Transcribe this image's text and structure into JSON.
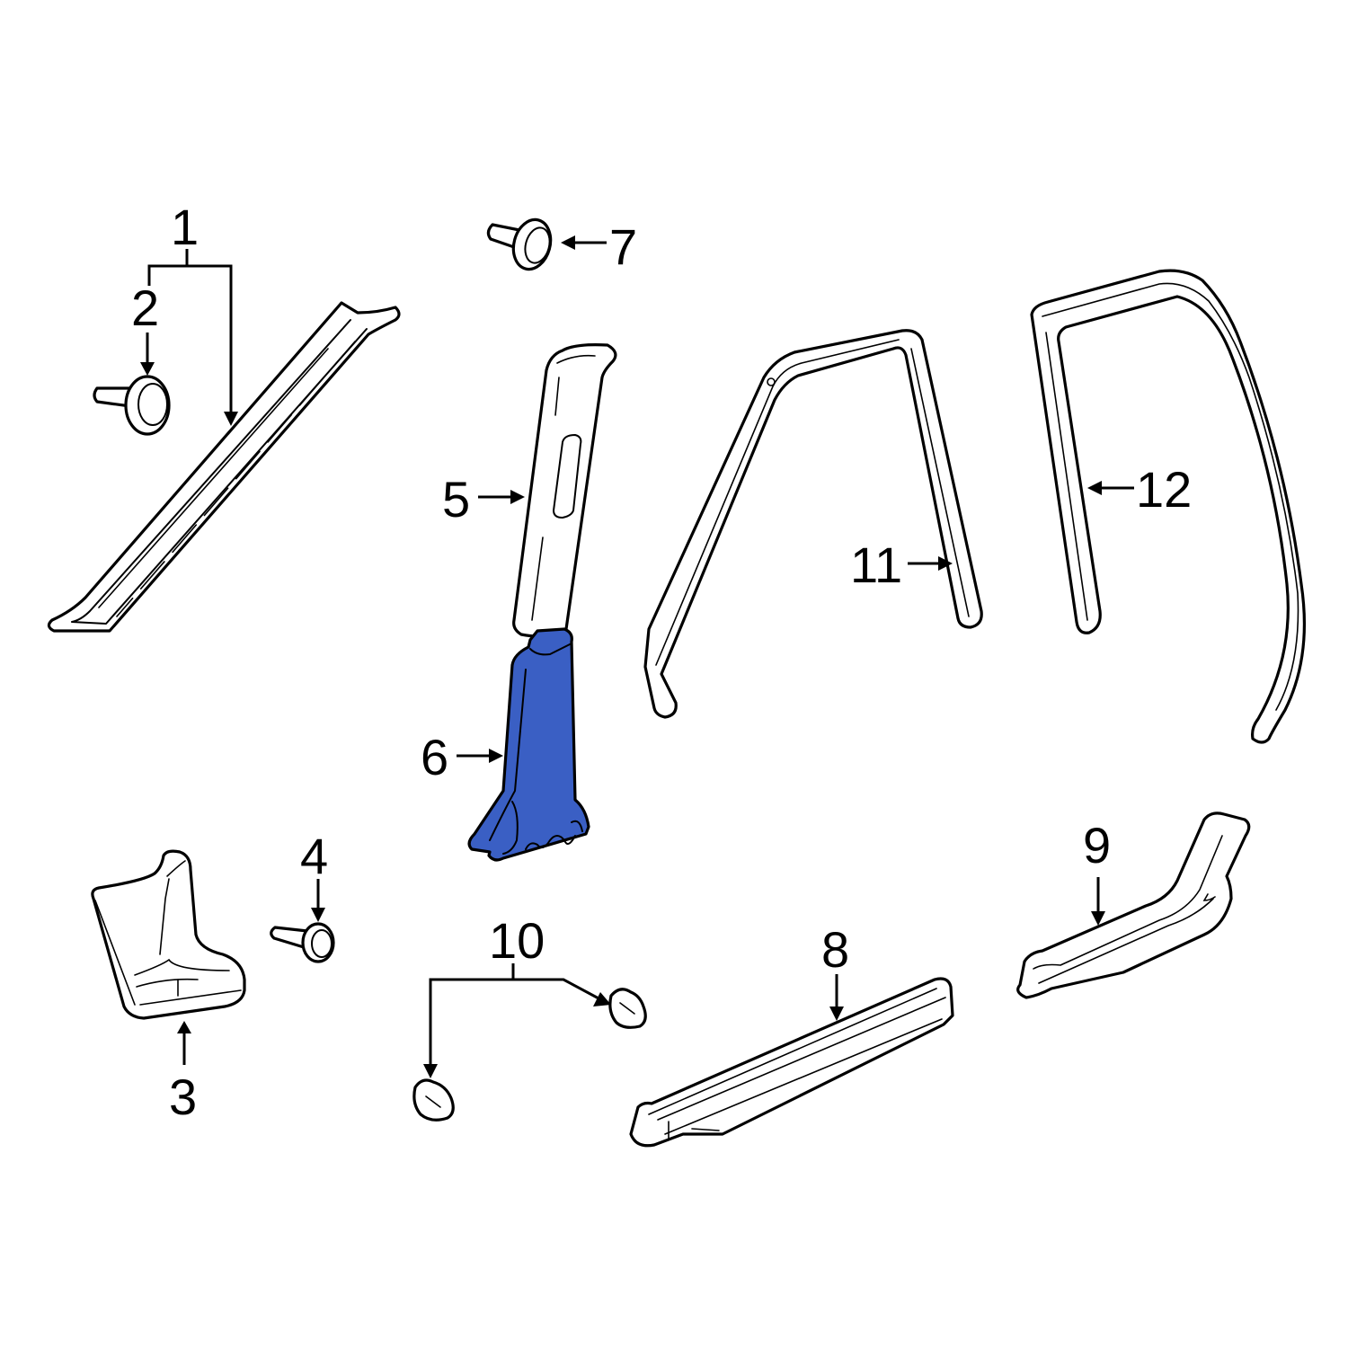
{
  "diagram": {
    "type": "exploded-parts-diagram",
    "highlight_color": "#3a5fc4",
    "highlighted_part": "6",
    "callouts": [
      {
        "id": "1",
        "label": "1",
        "part": "windshield-pillar-trim-assembly"
      },
      {
        "id": "2",
        "label": "2",
        "part": "clip"
      },
      {
        "id": "3",
        "label": "3",
        "part": "cowl-side-trim"
      },
      {
        "id": "4",
        "label": "4",
        "part": "clip"
      },
      {
        "id": "5",
        "label": "5",
        "part": "center-pillar-upper-trim"
      },
      {
        "id": "6",
        "label": "6",
        "part": "center-pillar-lower-trim"
      },
      {
        "id": "7",
        "label": "7",
        "part": "clip"
      },
      {
        "id": "8",
        "label": "8",
        "part": "front-scuff-plate"
      },
      {
        "id": "9",
        "label": "9",
        "part": "rear-scuff-plate"
      },
      {
        "id": "10",
        "label": "10",
        "part": "clips"
      },
      {
        "id": "11",
        "label": "11",
        "part": "front-door-weatherstrip"
      },
      {
        "id": "12",
        "label": "12",
        "part": "rear-door-weatherstrip"
      }
    ]
  }
}
